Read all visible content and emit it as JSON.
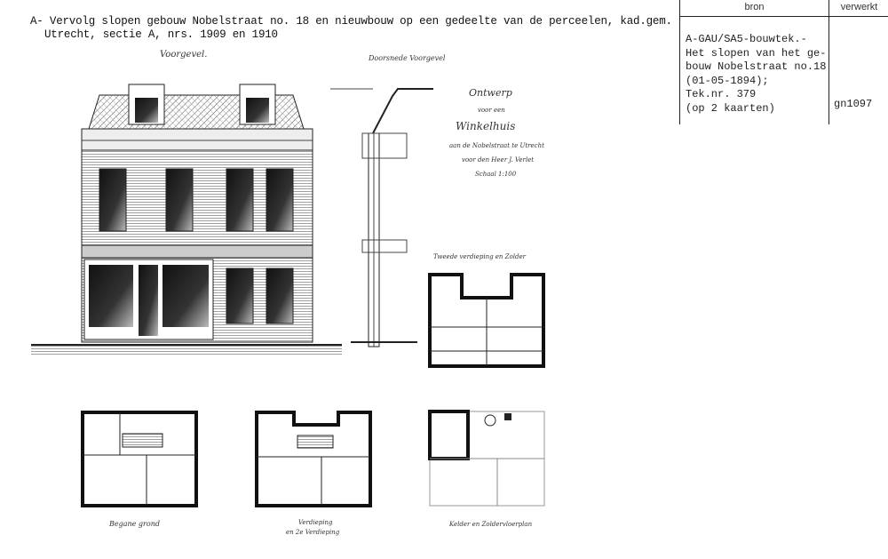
{
  "header": {
    "line1": "A- Vervolg slopen gebouw Nobelstraat no. 18 en nieuwbouw op een gedeelte van de perceelen, kad.gem.",
    "line2": "Utrecht, sectie A, nrs. 1909 en 1910"
  },
  "table": {
    "col_bron": "bron",
    "col_verwerkt": "verwerkt",
    "bron_lines": [
      "A-GAU/SA5-bouwtek.-",
      "Het slopen van het ge-",
      "bouw Nobelstraat no.18",
      "(01-05-1894);",
      "Tek.nr. 379",
      "(op 2 kaarten)"
    ],
    "verwerkt": "gn1097"
  },
  "drawing": {
    "facade_label": "Voorgevel.",
    "section_label": "Doorsnede Voorgevel",
    "title_block": [
      "Ontwerp",
      "voor een",
      "Winkelhuis",
      "aan de Nobelstraat te Utrecht",
      "voor den Heer J. Verlet",
      "Schaal 1:100"
    ],
    "upper_plan_label": "Tweede verdieping en Zolder",
    "ground_plan_label": "Begane grond",
    "first_plan_label": "Verdieping",
    "first_plan_label2": "en 2e Verdieping",
    "roof_plan_label": "Kelder en Zoldervloerplan"
  }
}
